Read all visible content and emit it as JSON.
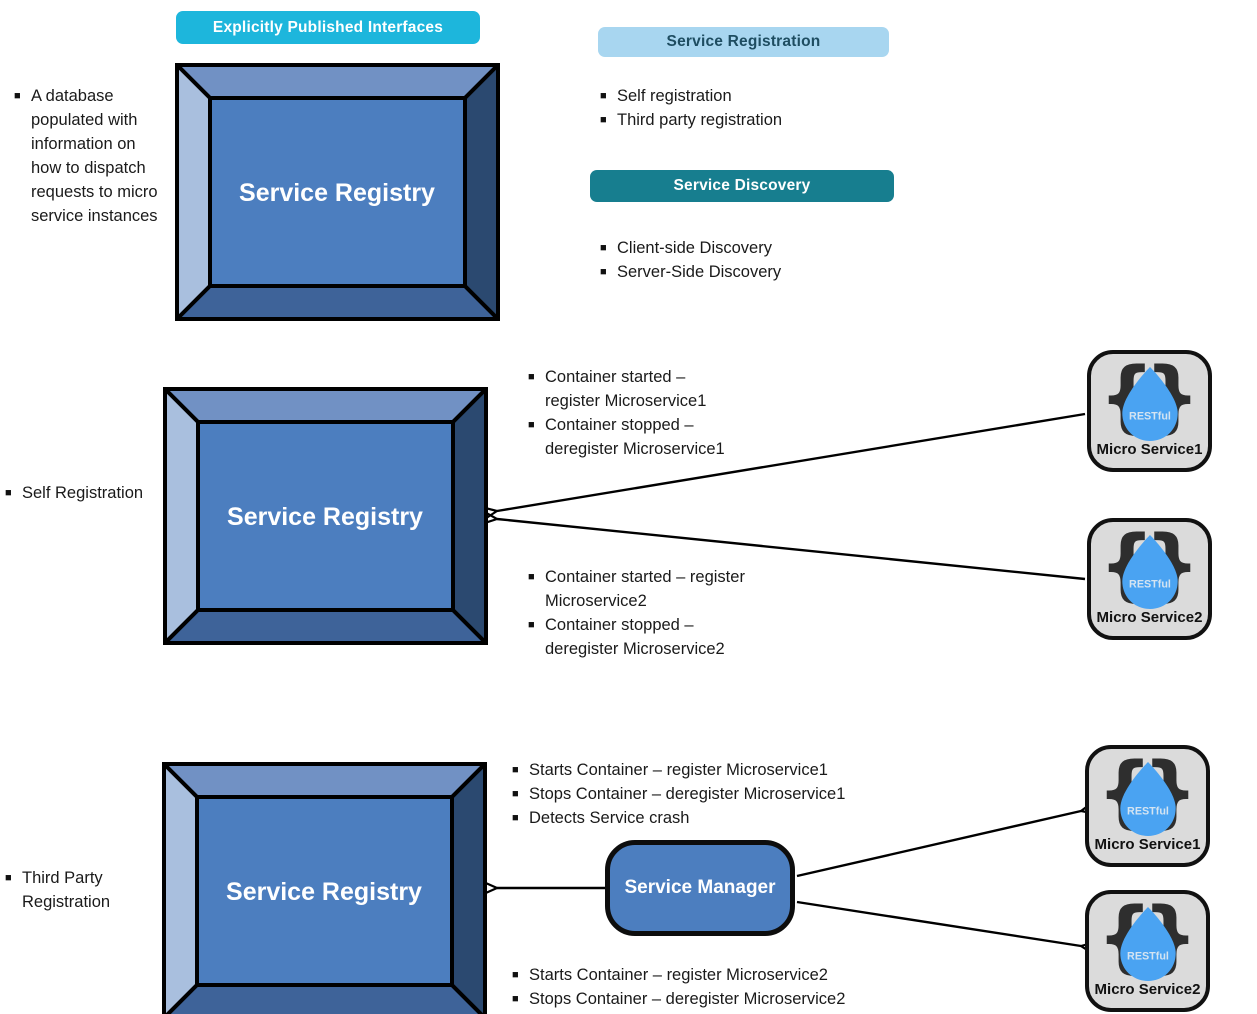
{
  "glyphs": {
    "bullet": "■",
    "brace_left": "{",
    "brace_right": "}"
  },
  "colors": {
    "cyan_banner": "#1DB6DC",
    "light_banner": "#A8D6F0",
    "teal_banner": "#177E8F",
    "box_face": "#4C7EBF",
    "box_top_bevel": "#7191C4",
    "box_left_bevel": "#A9BFDE",
    "box_right_bevel": "#2B4970",
    "box_bottom_bevel": "#3E6399",
    "ms_icon_bg": "#DBDBDB",
    "droplet_blue": "#4AA3F2"
  },
  "top_section": {
    "header": "Explicitly Published Interfaces",
    "description": "A database populated with information on how to dispatch requests to micro service instances",
    "registry_label": "Service Registry"
  },
  "registration_panel": {
    "header": "Service Registration",
    "bullets": [
      "Self registration",
      "Third party registration"
    ]
  },
  "discovery_panel": {
    "header": "Service Discovery",
    "bullets": [
      "Client-side Discovery",
      "Server-Side Discovery"
    ]
  },
  "self_registration_section": {
    "label": "Self Registration",
    "registry_label": "Service Registry",
    "notes_ms1": [
      {
        "line1": "Container started –",
        "line2": "register Microservice1"
      },
      {
        "line1": "Container stopped –",
        "line2": "deregister Microservice1"
      }
    ],
    "notes_ms2": [
      {
        "line1": "Container started – register",
        "line2": "Microservice2"
      },
      {
        "line1": "Container stopped –",
        "line2": "deregister Microservice2"
      }
    ],
    "service1": "Micro Service1",
    "service2": "Micro Service2"
  },
  "third_party_section": {
    "label": "Third Party Registration",
    "registry_label": "Service Registry",
    "manager_label": "Service Manager",
    "notes_ms1": [
      "Starts Container – register Microservice1",
      "Stops Container – deregister Microservice1",
      "Detects Service crash"
    ],
    "notes_ms2": [
      "Starts Container – register Microservice2",
      "Stops Container – deregister Microservice2"
    ],
    "service1": "Micro Service1",
    "service2": "Micro Service2"
  },
  "ms_icon": {
    "droplet_text": "RESTful"
  }
}
